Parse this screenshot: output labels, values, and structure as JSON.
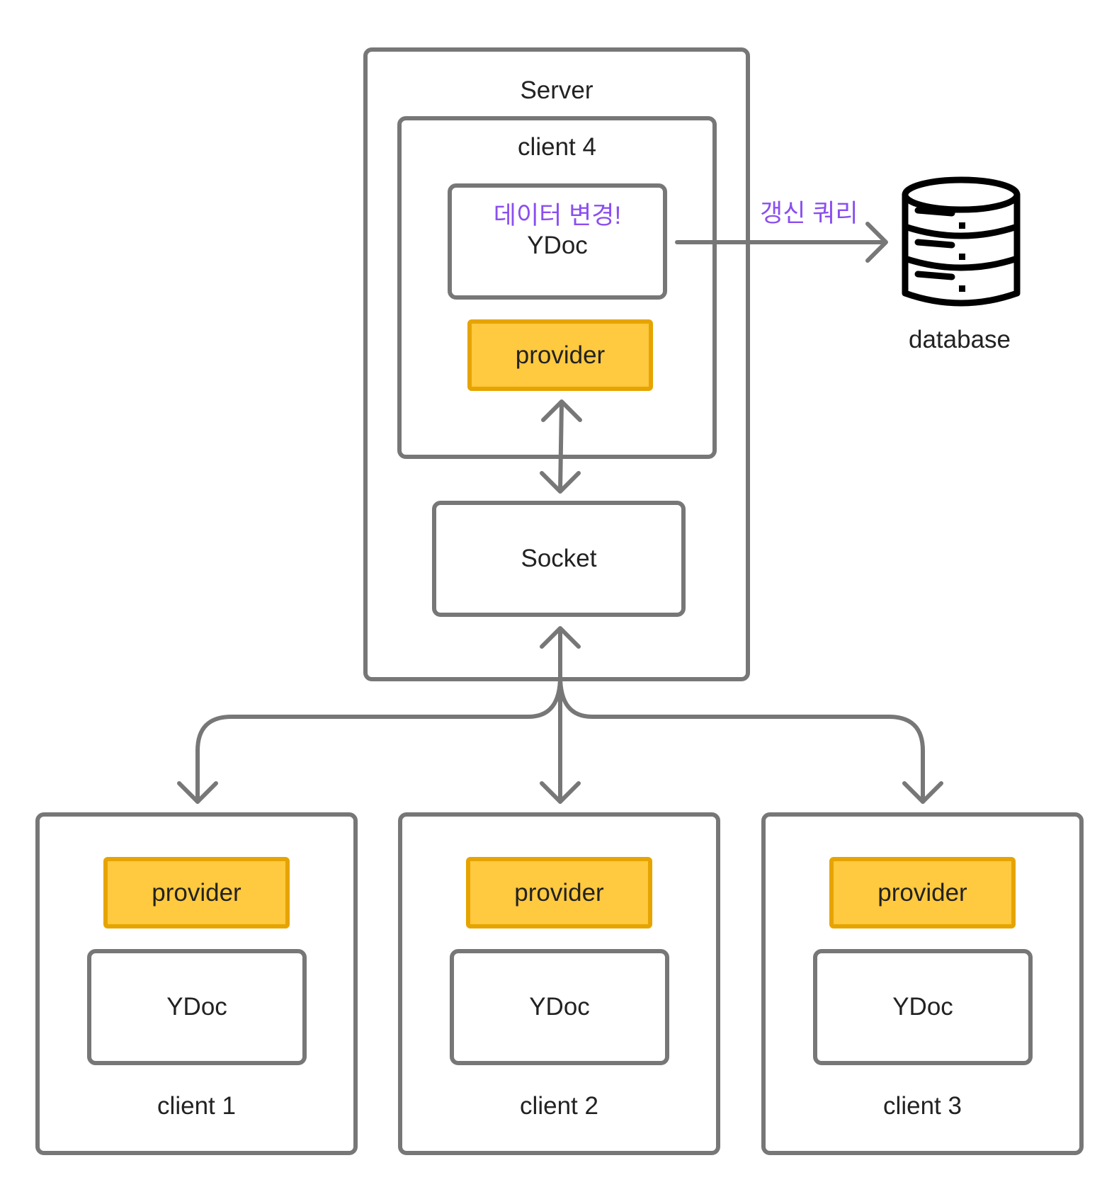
{
  "server": {
    "title": "Server",
    "client4": {
      "title": "client 4",
      "ydoc": {
        "note": "데이터 변경!",
        "label": "YDoc"
      },
      "provider_label": "provider"
    },
    "socket_label": "Socket"
  },
  "database": {
    "label": "database",
    "query_label": "갱신 쿼리",
    "icon": "database-icon"
  },
  "clients": [
    {
      "title": "client 1",
      "provider_label": "provider",
      "ydoc_label": "YDoc"
    },
    {
      "title": "client 2",
      "provider_label": "provider",
      "ydoc_label": "YDoc"
    },
    {
      "title": "client 3",
      "provider_label": "provider",
      "ydoc_label": "YDoc"
    }
  ],
  "colors": {
    "border": "#777777",
    "provider_fill": "#ffc940",
    "provider_border": "#e6a400",
    "accent_text": "#8a4ff0",
    "icon": "#000000"
  }
}
